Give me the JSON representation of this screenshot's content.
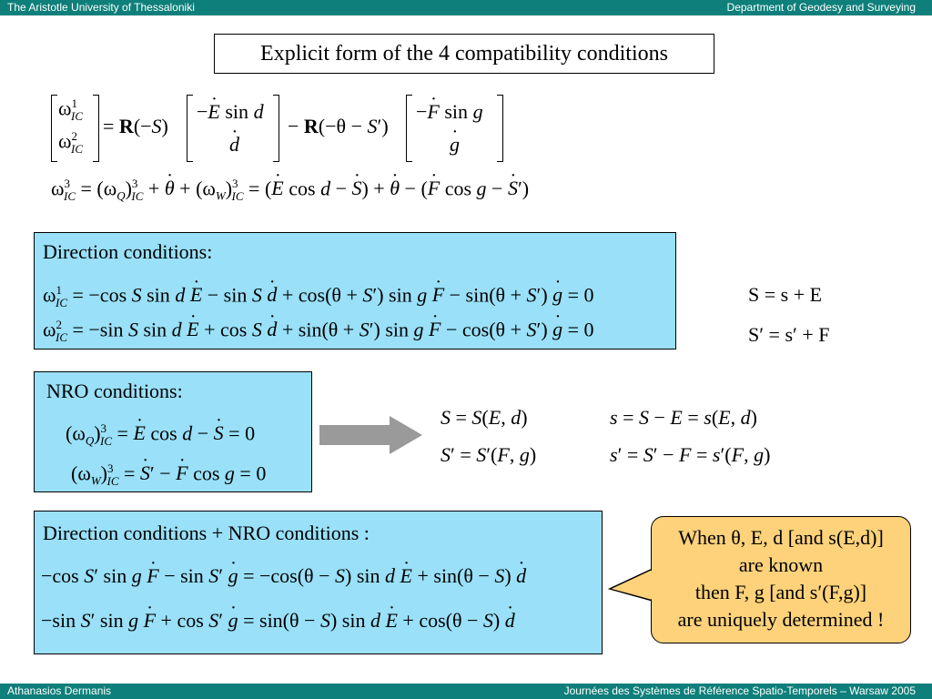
{
  "header": {
    "left": "The Aristotle University of Thessaloniki",
    "right": "Department of Geodesy and Surveying"
  },
  "footer": {
    "left": "Athanasios Dermanis",
    "right": "Journées des Systèmes de Référence Spatio-Temporels – Warsaw 2005"
  },
  "title": "Explicit form of the 4 compatibility conditions",
  "direction_box": {
    "label": "Direction conditions:"
  },
  "nro_box": {
    "label": "NRO conditions:"
  },
  "combined_box": {
    "label": "Direction conditions + NRO conditions :"
  },
  "relations": {
    "s_eq": "S = s + E",
    "sprime_eq": "S′ = s′ + F"
  },
  "callout": {
    "line1": "When θ, E, d [and s(E,d)]",
    "line2": "are known",
    "line3": "then F, g [and s′(F,g)]",
    "line4": "are uniquely determined !"
  },
  "colors": {
    "bar": "#0e7f7a",
    "box_fill": "#99e0f8",
    "callout_fill": "#fdd27a",
    "arrow": "#9a9a9a"
  }
}
